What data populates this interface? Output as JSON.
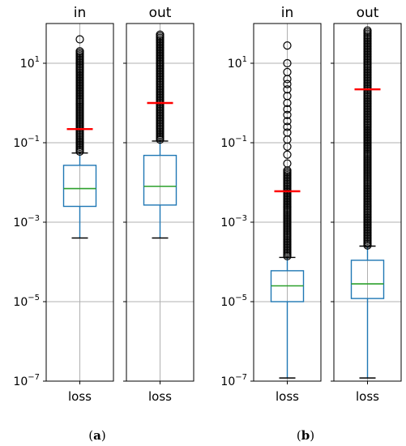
{
  "chart_data": [
    {
      "type": "box",
      "caption": "(a)",
      "yscale": "log",
      "ylim": [
        1e-07,
        100
      ],
      "y_ticks": [
        {
          "base": "10",
          "exp": "1"
        },
        {
          "base": "10",
          "exp": "−1"
        },
        {
          "base": "10",
          "exp": "−3"
        },
        {
          "base": "10",
          "exp": "−5"
        },
        {
          "base": "10",
          "exp": "−7"
        }
      ],
      "y_tick_values": [
        10,
        0.1,
        0.001,
        1e-05,
        1e-07
      ],
      "panels": [
        {
          "title": "in",
          "category": "loss",
          "whisker_low": 0.0004,
          "q1": 0.0025,
          "median": 0.007,
          "q3": 0.027,
          "whisker_high": 0.055,
          "mean": 0.22,
          "fliers_dense_range": [
            0.06,
            20
          ],
          "fliers_sparse": [
            40
          ]
        },
        {
          "title": "out",
          "category": "loss",
          "whisker_low": 0.0004,
          "q1": 0.0027,
          "median": 0.008,
          "q3": 0.048,
          "whisker_high": 0.11,
          "mean": 1.0,
          "fliers_dense_range": [
            0.12,
            55
          ],
          "fliers_sparse": []
        }
      ]
    },
    {
      "type": "box",
      "caption": "(b)",
      "yscale": "log",
      "ylim": [
        1e-07,
        100
      ],
      "y_ticks": [
        {
          "base": "10",
          "exp": "1"
        },
        {
          "base": "10",
          "exp": "−1"
        },
        {
          "base": "10",
          "exp": "−3"
        },
        {
          "base": "10",
          "exp": "−5"
        },
        {
          "base": "10",
          "exp": "−7"
        }
      ],
      "y_tick_values": [
        10,
        0.1,
        0.001,
        1e-05,
        1e-07
      ],
      "panels": [
        {
          "title": "in",
          "category": "loss",
          "whisker_low": 1.2e-07,
          "q1": 1e-05,
          "median": 2.5e-05,
          "q3": 6e-05,
          "whisker_high": 0.00013,
          "mean": 0.006,
          "fliers_dense_range": [
            0.00014,
            0.02
          ],
          "fliers_sparse": [
            0.03,
            0.05,
            0.08,
            0.12,
            0.18,
            0.25,
            0.35,
            0.5,
            0.7,
            1.0,
            1.5,
            2.2,
            3,
            4,
            6,
            10,
            28
          ]
        },
        {
          "title": "out",
          "category": "loss",
          "whisker_low": 1.2e-07,
          "q1": 1.2e-05,
          "median": 2.8e-05,
          "q3": 0.00011,
          "whisker_high": 0.00025,
          "mean": 2.2,
          "fliers_dense_range": [
            0.00026,
            70
          ],
          "fliers_sparse": []
        }
      ]
    }
  ]
}
